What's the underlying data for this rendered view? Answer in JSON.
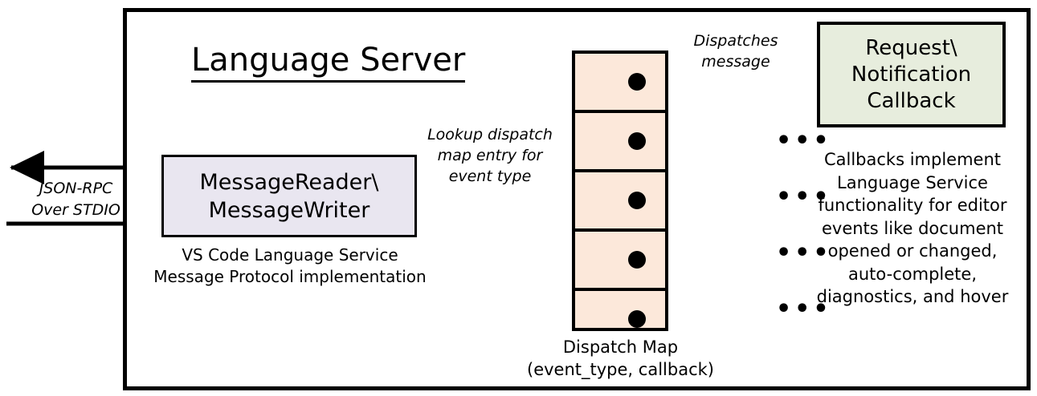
{
  "diagram": {
    "title": "Language Server",
    "boxes": {
      "message_rw": {
        "line1": "MessageReader\\",
        "line2": "MessageWriter",
        "fill": "#e9e6f0",
        "caption_line1": "VS Code Language Service",
        "caption_line2": "Message Protocol implementation"
      },
      "callback": {
        "line1": "Request\\",
        "line2": "Notification",
        "line3": "Callback",
        "fill": "#e7eddd",
        "caption": "Callbacks implement Language Service functionality for editor events like document opened or changed, auto-complete, diagnostics, and hover",
        "caption_lines": [
          "Callbacks implement",
          "Language Service",
          "functionality for editor",
          "events like document",
          "opened or changed,",
          "auto-complete,",
          "diagnostics, and hover"
        ]
      },
      "dispatch_map": {
        "fill": "#fce8da",
        "row_count": 5,
        "caption_line1": "Dispatch Map",
        "caption_line2": "(event_type, callback)"
      }
    },
    "labels": {
      "jsonrpc_line1": "JSON-RPC",
      "jsonrpc_line2": "Over STDIO",
      "lookup_line1": "Lookup dispatch",
      "lookup_line2": "map entry for",
      "lookup_line3": "event type",
      "dispatches_line1": "Dispatches",
      "dispatches_line2": "message",
      "ellipsis": "•••"
    },
    "colors": {
      "stroke": "#000000",
      "background": "#ffffff",
      "message_rw_fill": "#e9e6f0",
      "callback_fill": "#e7eddd",
      "dispatch_map_fill": "#fce8da"
    }
  }
}
